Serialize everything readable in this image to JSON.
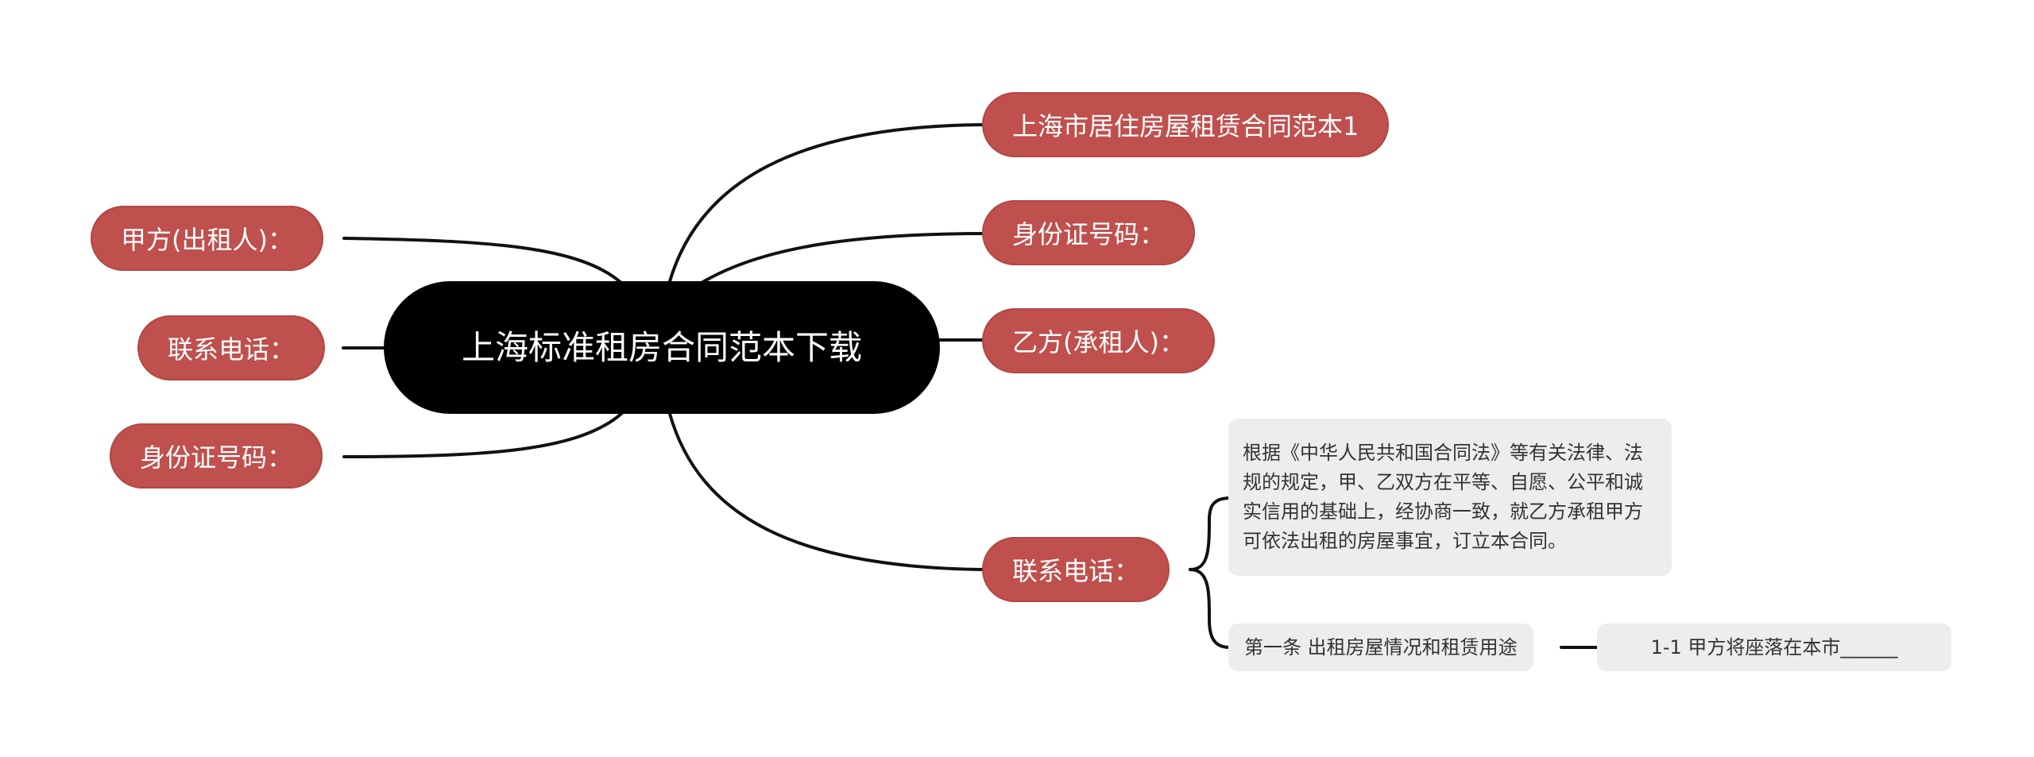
{
  "mindmap": {
    "root": {
      "label": "上海标准租房合同范本下载"
    },
    "left": [
      {
        "label": "甲方(出租人)："
      },
      {
        "label": "联系电话："
      },
      {
        "label": "身份证号码："
      }
    ],
    "right": [
      {
        "label": "上海市居住房屋租赁合同范本1"
      },
      {
        "label": "身份证号码："
      },
      {
        "label": "乙方(承租人)："
      },
      {
        "label": "联系电话："
      }
    ],
    "details": [
      {
        "text": "根据《中华人民共和国合同法》等有关法律、法规的规定，甲、乙双方在平等、自愿、公平和诚实信用的基础上，经协商一致，就乙方承租甲方可依法出租的房屋事宜，订立本合同。"
      },
      {
        "text": "第一条 出租房屋情况和租赁用途"
      },
      {
        "text": "1-1 甲方将座落在本市______"
      }
    ]
  }
}
